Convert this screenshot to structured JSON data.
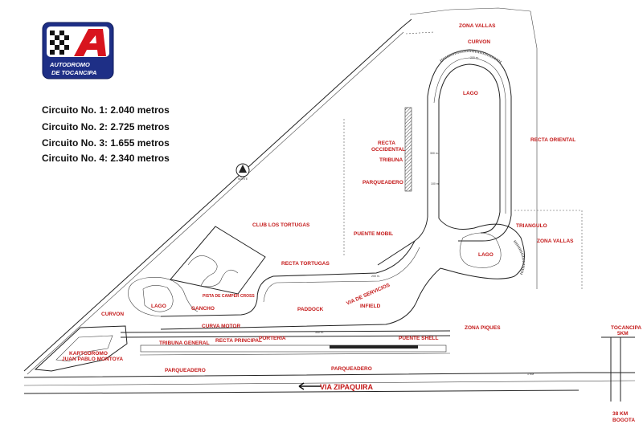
{
  "logo": {
    "line1": "AUTODROMO",
    "line2": "DE TOCANCIPA",
    "colors": {
      "navy": "#1e2f86",
      "red": "#d8141e"
    }
  },
  "circuits": [
    {
      "name": "Circuito No. 1:",
      "length": "2.040 metros"
    },
    {
      "name": "Circuito No. 2:",
      "length": "2.725 metros"
    },
    {
      "name": "Circuito No. 3:",
      "length": "1.655 metros"
    },
    {
      "name": "Circuito No. 4:",
      "length": "2.340 metros"
    }
  ],
  "labels": {
    "zona_vallas_top": "ZONA VALLAS",
    "curvon_top": "CURVON",
    "lago_top": "LAGO",
    "recta_occidental_1": "RECTA",
    "recta_occidental_2": "OCCIDENTAL",
    "tribuna": "TRIBUNA",
    "parqueadero_top": "PARQUEADERO",
    "recta_oriental": "RECTA ORIENTAL",
    "club_tortugas": "CLUB LOS TORTUGAS",
    "puente_mobil": "PUENTE MOBIL",
    "triangulo": "TRIANGULO",
    "zona_vallas_right": "ZONA VALLAS",
    "lago_right": "LAGO",
    "recta_tortugas": "RECTA TORTUGAS",
    "via_servicios": "VIA DE SERVICIOS",
    "paddock": "PADDOCK",
    "infield": "INFIELD",
    "pista_cross": "PISTA DE CAMPER CROSS",
    "gancho": "GANCHO",
    "lago_left": "LAGO",
    "curva_motor": "CURVA MOTOR",
    "curvon_left": "CURVON",
    "kartodromo_1": "KARTODROMO",
    "kartodromo_2": "JUAN PABLO MONTOYA",
    "tribuna_general": "TRIBUNA GENERAL",
    "recta_principal": "RECTA PRINCIPAL",
    "porteria": "PORTERIA",
    "puente_shell": "PUENTE SHELL",
    "zona_piques": "ZONA PIQUES",
    "parqueadero_left": "PARQUEADERO",
    "parqueadero_mid": "PARQUEADERO",
    "via_zipaquira": "VIA ZIPAQUIRA",
    "tocancipa_1": "TOCANCIPA",
    "tocancipa_2": "5KM",
    "bogota_1": "38 KM",
    "bogota_2": "BOGOTA",
    "norte": "NORTE"
  },
  "markers": {
    "m300a": "300 m.",
    "m200a": "200 m.",
    "m100a": "100 m.",
    "m340": "340 m.",
    "m200b": "200 m.",
    "m1km": "1 KM"
  }
}
